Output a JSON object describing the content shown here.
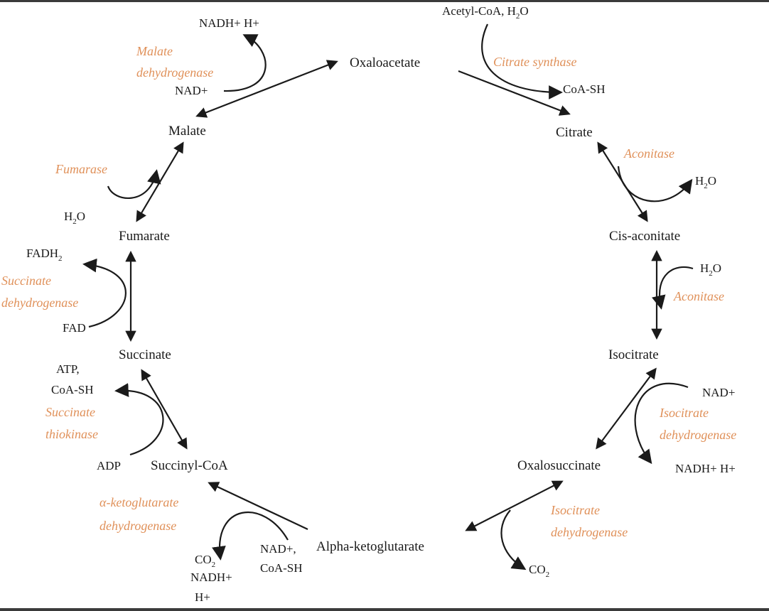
{
  "metabolites": {
    "oxaloacetate": "Oxaloacetate",
    "citrate": "Citrate",
    "cis_aconitate": "Cis-aconitate",
    "isocitrate": "Isocitrate",
    "oxalosuccinate": "Oxalosuccinate",
    "alpha_ketoglutarate": "Alpha-ketoglutarate",
    "succinyl_coa": "Succinyl-CoA",
    "succinate": "Succinate",
    "fumarate": "Fumarate",
    "malate": "Malate"
  },
  "enzymes": {
    "citrate_synthase": "Citrate synthase",
    "aconitase_1": "Aconitase",
    "aconitase_2": "Aconitase",
    "isocitrate_dh_1_line1": "Isocitrate",
    "isocitrate_dh_1_line2": "dehydrogenase",
    "isocitrate_dh_2_line1": "Isocitrate",
    "isocitrate_dh_2_line2": "dehydrogenase",
    "akg_dh_line1": "α-ketoglutarate",
    "akg_dh_line2": "dehydrogenase",
    "succinate_thiokinase_line1": "Succinate",
    "succinate_thiokinase_line2": "thiokinase",
    "succinate_dh_line1": "Succinate",
    "succinate_dh_line2": "dehydrogenase",
    "fumarase": "Fumarase",
    "malate_dh_line1": "Malate",
    "malate_dh_line2": "dehydrogenase"
  },
  "cofactors": {
    "acetyl_coa_h2o_main": "Acetyl-CoA, H",
    "acetyl_coa_h2o_sub": "2",
    "acetyl_coa_h2o_end": "O",
    "coa_sh_citrate": "CoA-SH",
    "h2o_aconitase1_main": "H",
    "h2o_aconitase1_sub": "2",
    "h2o_aconitase1_end": "O",
    "h2o_aconitase2_main": "H",
    "h2o_aconitase2_sub": "2",
    "h2o_aconitase2_end": "O",
    "nad_isocitrate": "NAD+",
    "nadh_isocitrate": "NADH+ H+",
    "co2_oxalosuccinate_main": "CO",
    "co2_oxalosuccinate_sub": "2",
    "nad_akg_line1": "NAD+,",
    "nad_akg_line2": "CoA-SH",
    "co2_akg_main": "CO",
    "co2_akg_sub": "2",
    "nadh_akg_line1": "NADH+",
    "nadh_akg_line2": "H+",
    "atp_line1": "ATP,",
    "atp_line2": "CoA-SH",
    "adp": "ADP",
    "fadh2_main": "FADH",
    "fadh2_sub": "2",
    "fad": "FAD",
    "h2o_fumarase_main": "H",
    "h2o_fumarase_sub": "2",
    "h2o_fumarase_end": "O",
    "nad_malate": "NAD+",
    "nadh_malate": "NADH+ H+"
  },
  "colors": {
    "enzyme_text": "#e0915a",
    "ink": "#1a1a1a"
  }
}
